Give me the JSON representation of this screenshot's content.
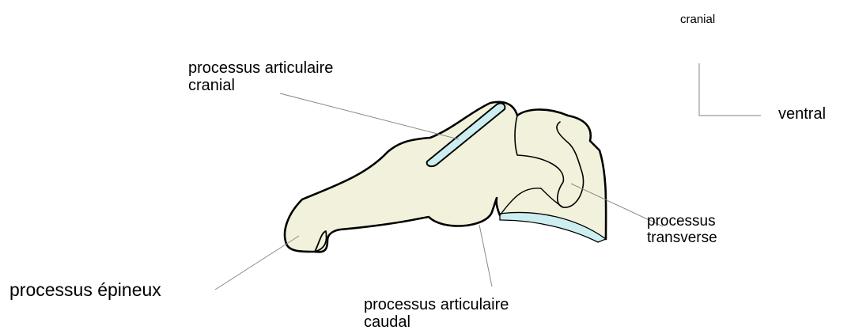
{
  "orientation": {
    "cranial": "cranial",
    "ventral": "ventral"
  },
  "labels": {
    "processus_articulaire_cranial": [
      "processus articulaire",
      "cranial"
    ],
    "processus_transverse": [
      "processus",
      "transverse"
    ],
    "processus_epineux": "processus épineux",
    "processus_articulaire_caudal": [
      "processus articulaire",
      "caudal"
    ]
  },
  "colors": {
    "bone_fill": "#f2f2dc",
    "facet_fill": "#cdeef0",
    "outline": "#000000",
    "leader_line": "#8a8a8a"
  }
}
